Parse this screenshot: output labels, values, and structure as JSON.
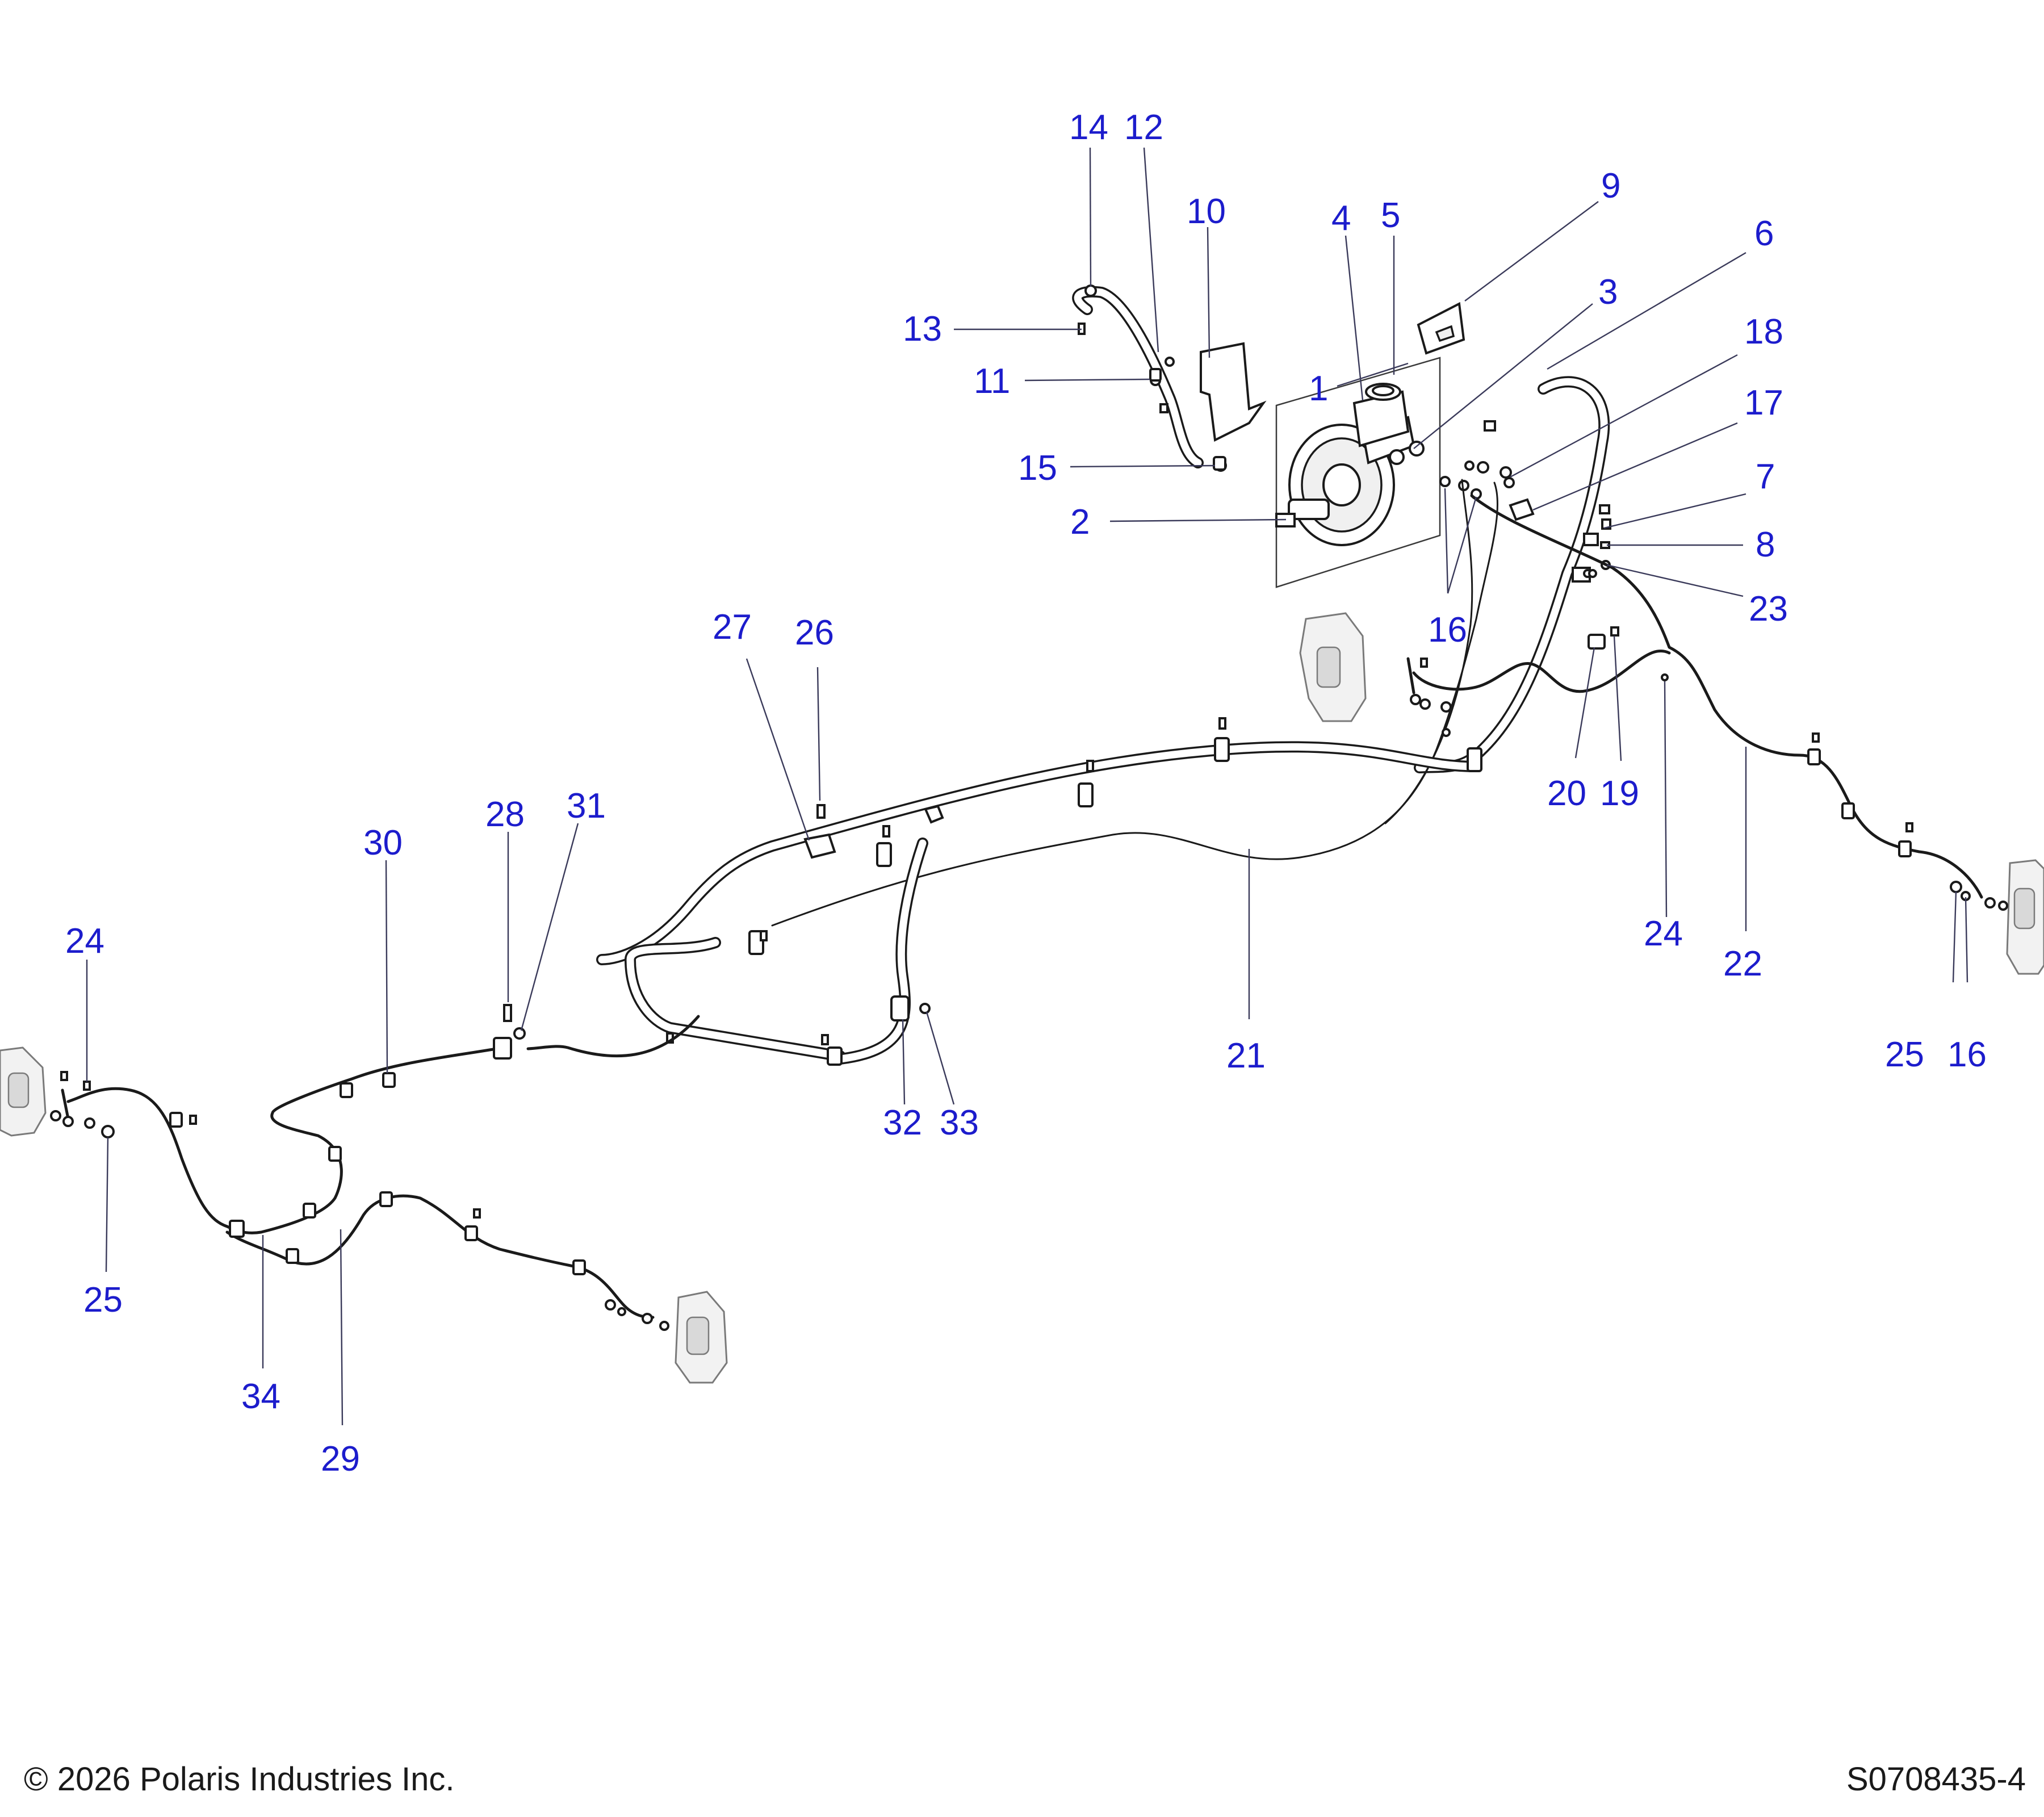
{
  "callouts": [
    {
      "id": "c14",
      "text": "14"
    },
    {
      "id": "c12",
      "text": "12"
    },
    {
      "id": "c10",
      "text": "10"
    },
    {
      "id": "c4",
      "text": "4"
    },
    {
      "id": "c5",
      "text": "5"
    },
    {
      "id": "c9",
      "text": "9"
    },
    {
      "id": "c6",
      "text": "6"
    },
    {
      "id": "c3",
      "text": "3"
    },
    {
      "id": "c13",
      "text": "13"
    },
    {
      "id": "c1",
      "text": "1"
    },
    {
      "id": "c18",
      "text": "18"
    },
    {
      "id": "c11",
      "text": "11"
    },
    {
      "id": "c17",
      "text": "17"
    },
    {
      "id": "c15",
      "text": "15"
    },
    {
      "id": "c7",
      "text": "7"
    },
    {
      "id": "c2",
      "text": "2"
    },
    {
      "id": "c8",
      "text": "8"
    },
    {
      "id": "c23",
      "text": "23"
    },
    {
      "id": "c16a",
      "text": "16"
    },
    {
      "id": "c27",
      "text": "27"
    },
    {
      "id": "c26",
      "text": "26"
    },
    {
      "id": "c20",
      "text": "20"
    },
    {
      "id": "c19",
      "text": "19"
    },
    {
      "id": "c28",
      "text": "28"
    },
    {
      "id": "c31",
      "text": "31"
    },
    {
      "id": "c30",
      "text": "30"
    },
    {
      "id": "c24a",
      "text": "24"
    },
    {
      "id": "c22",
      "text": "22"
    },
    {
      "id": "c24b",
      "text": "24"
    },
    {
      "id": "c25a",
      "text": "25"
    },
    {
      "id": "c16b",
      "text": "16"
    },
    {
      "id": "c21",
      "text": "21"
    },
    {
      "id": "c32",
      "text": "32"
    },
    {
      "id": "c33",
      "text": "33"
    },
    {
      "id": "c25b",
      "text": "25"
    },
    {
      "id": "c34",
      "text": "34"
    },
    {
      "id": "c29",
      "text": "29"
    }
  ],
  "footer": {
    "copyright": "© 2026 Polaris Industries Inc.",
    "drawing_number": "S0708435-4"
  }
}
